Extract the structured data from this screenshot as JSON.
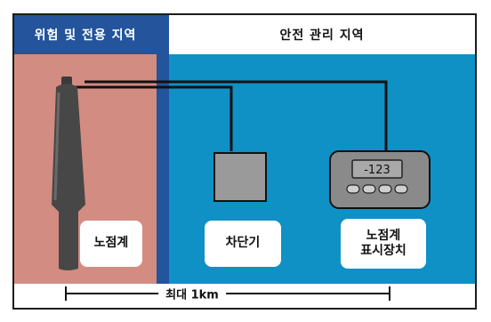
{
  "zones": {
    "hazard_label": "위험 및 전용 지역",
    "safe_label": "안전 관리 지역"
  },
  "devices": {
    "dewpoint_meter": "노점계",
    "breaker": "차단기",
    "display_line1": "노점계",
    "display_line2": "표시장치",
    "display_reading": "-123"
  },
  "distance_label": "최대 1km",
  "colors": {
    "hazard_zone": "#d38c82",
    "safe_zone": "#0f91c6",
    "divider": "#23549c",
    "header_dark": "#23549c"
  }
}
